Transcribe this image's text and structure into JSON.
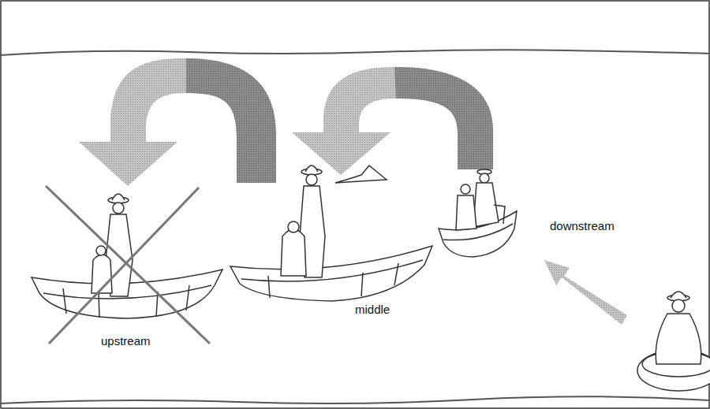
{
  "diagram": {
    "labels": [
      "upstream",
      "middle",
      "downstream"
    ]
  }
}
